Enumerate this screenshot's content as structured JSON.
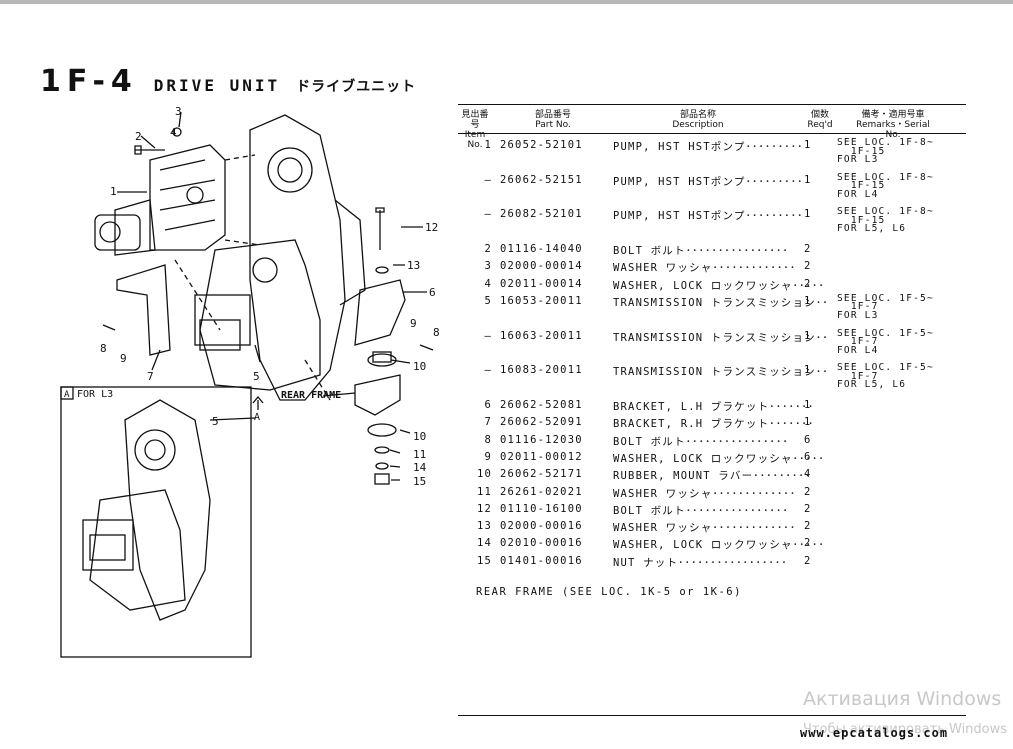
{
  "page": {
    "code": "1F-4",
    "title_en": "DRIVE UNIT",
    "title_jp": "ドライブユニット"
  },
  "table": {
    "headers": {
      "item_jp": "見出番号",
      "item_en": "Item No.",
      "part_jp": "部品番号",
      "part_en": "Part No.",
      "desc_jp": "部品名称",
      "desc_en": "Description",
      "qty_jp": "個数",
      "qty_en": "Req'd",
      "rem_jp": "備考・適用号車",
      "rem_en": "Remarks・Serial No."
    },
    "rows": [
      {
        "item": "1",
        "part": "26052-52101",
        "desc": "PUMP, HST HSTポンプ･････････",
        "qty": "1",
        "rem": "SEE LOC. 1F-8~\n  1F-15\nFOR L3"
      },
      {
        "item": "–",
        "part": "26062-52151",
        "desc": "PUMP, HST HSTポンプ･････････",
        "qty": "1",
        "rem": "SEE LOC. 1F-8~\n  1F-15\nFOR L4"
      },
      {
        "item": "–",
        "part": "26082-52101",
        "desc": "PUMP, HST HSTポンプ･････････",
        "qty": "1",
        "rem": "SEE LOC. 1F-8~\n  1F-15\nFOR L5, L6"
      },
      {
        "item": "2",
        "part": "01116-14040",
        "desc": "BOLT ボルト････････････････",
        "qty": "2",
        "rem": ""
      },
      {
        "item": "3",
        "part": "02000-00014",
        "desc": "WASHER ワッシャ･････････････",
        "qty": "2",
        "rem": ""
      },
      {
        "item": "4",
        "part": "02011-00014",
        "desc": "WASHER, LOCK ロックワッシャ･････",
        "qty": "2",
        "rem": ""
      },
      {
        "item": "5",
        "part": "16053-20011",
        "desc": "TRANSMISSION トランスミッション･･",
        "qty": "1",
        "rem": "SEE LOC. 1F-5~\n  1F-7\nFOR L3"
      },
      {
        "item": "–",
        "part": "16063-20011",
        "desc": "TRANSMISSION トランスミッション･･",
        "qty": "1",
        "rem": "SEE LOC. 1F-5~\n  1F-7\nFOR L4"
      },
      {
        "item": "–",
        "part": "16083-20011",
        "desc": "TRANSMISSION トランスミッション･･",
        "qty": "1",
        "rem": "SEE LOC. 1F-5~\n  1F-7\nFOR L5, L6"
      },
      {
        "item": "6",
        "part": "26062-52081",
        "desc": "BRACKET, L.H ブラケット･･･････",
        "qty": "1",
        "rem": ""
      },
      {
        "item": "7",
        "part": "26062-52091",
        "desc": "BRACKET, R.H ブラケット･･･････",
        "qty": "1",
        "rem": ""
      },
      {
        "item": "8",
        "part": "01116-12030",
        "desc": "BOLT ボルト････････････････",
        "qty": "6",
        "rem": ""
      },
      {
        "item": "9",
        "part": "02011-00012",
        "desc": "WASHER, LOCK ロックワッシャ･････",
        "qty": "6",
        "rem": ""
      },
      {
        "item": "10",
        "part": "26062-52171",
        "desc": "RUBBER, MOUNT ラバー･････････",
        "qty": "4",
        "rem": ""
      },
      {
        "item": "11",
        "part": "26261-02021",
        "desc": "WASHER ワッシャ･････････････",
        "qty": "2",
        "rem": ""
      },
      {
        "item": "12",
        "part": "01110-16100",
        "desc": "BOLT ボルト････････････････",
        "qty": "2",
        "rem": ""
      },
      {
        "item": "13",
        "part": "02000-00016",
        "desc": "WASHER ワッシャ･････････････",
        "qty": "2",
        "rem": ""
      },
      {
        "item": "14",
        "part": "02010-00016",
        "desc": "WASHER, LOCK ロックワッシャ･････",
        "qty": "2",
        "rem": ""
      },
      {
        "item": "15",
        "part": "01401-00016",
        "desc": "NUT ナット･････････････････",
        "qty": "2",
        "rem": ""
      }
    ],
    "note": "REAR FRAME (SEE LOC. 1K-5 or 1K-6)"
  },
  "diagram": {
    "callouts": [
      "1",
      "2",
      "3",
      "4",
      "5",
      "6",
      "7",
      "8",
      "9",
      "10",
      "11",
      "12",
      "13",
      "14",
      "15"
    ],
    "rear_frame_label": "REAR FRAME",
    "arrow_label": "A",
    "inset_tag": "A",
    "inset_label": "FOR L3"
  },
  "footer": {
    "site": "www.epcatalogs.com",
    "watermark_line1": "Активация Windows",
    "watermark_line2": "Чтобы активировать Windows"
  }
}
